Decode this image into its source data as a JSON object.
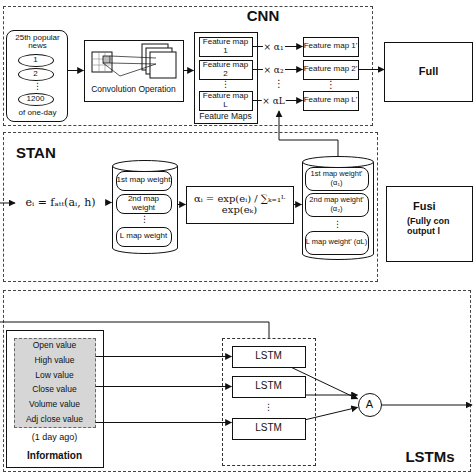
{
  "diagram": {
    "nodes": [
      {
        "text": [
          "CNN"
        ]
      },
      {
        "text": [
          "25th popular news",
          "⋮",
          "of one-day"
        ],
        "in": 0
      },
      {
        "text": [
          "1"
        ],
        "in": 1
      },
      {
        "text": [
          "2"
        ],
        "in": 1
      },
      {
        "text": [
          "1200"
        ],
        "in": 1
      },
      {
        "text": [
          "Convolution Operation"
        ],
        "in": 0
      },
      {
        "text": [
          "⋮",
          "Feature Maps"
        ],
        "in": 0
      },
      {
        "text": [
          "Feature map 1"
        ],
        "in": 6
      },
      {
        "text": [
          "Feature map 2"
        ],
        "in": 6
      },
      {
        "text": [
          "Feature map L"
        ],
        "in": 6
      },
      {
        "text": [
          "Feature map 1'"
        ],
        "in": 0
      },
      {
        "text": [
          "Feature map 2'"
        ],
        "in": 0
      },
      {
        "text": [
          "Feature map L'"
        ],
        "in": 0
      },
      {
        "text": [
          "Full"
        ]
      },
      {
        "text": [
          "STAN"
        ]
      },
      {
        "text": [
          "eᵢ = fₐₜₜ(aᵢ, h)"
        ],
        "in": 14
      },
      {
        "text": [
          "⋮"
        ],
        "in": 14
      },
      {
        "text": [
          "1st map weight"
        ],
        "in": 16
      },
      {
        "text": [
          "2nd map weight"
        ],
        "in": 16
      },
      {
        "text": [
          "L map weight"
        ],
        "in": 16
      },
      {
        "text": [
          "αᵢ = exp(eᵢ) / ∑ₖ₌₁ᴸ exp(eₖ)"
        ],
        "in": 14
      },
      {
        "text": [
          "⋮"
        ],
        "in": 14
      },
      {
        "text": [
          "1st map weight' (α₁)"
        ],
        "in": 21
      },
      {
        "text": [
          "2nd map weight' (α₂)"
        ],
        "in": 21
      },
      {
        "text": [
          "L map weight' (αL)"
        ],
        "in": 21
      },
      {
        "text": [
          "Fusi",
          "(Fully con output l"
        ]
      },
      {
        "text": [
          "LSTMs"
        ]
      },
      {
        "text": [
          "(1 day ago)",
          "Information"
        ],
        "in": 26
      },
      {
        "text": [
          "Open value",
          "High value",
          "Low value",
          "Close value",
          "Volume value",
          "Adj close value"
        ],
        "in": 27
      },
      {
        "text": [
          "⋮"
        ],
        "in": 26
      },
      {
        "text": [
          "LSTM"
        ],
        "in": 29
      },
      {
        "text": [
          "LSTM"
        ],
        "in": 29
      },
      {
        "text": [
          "LSTM"
        ],
        "in": 29
      },
      {
        "text": [
          "A"
        ],
        "in": 26
      }
    ],
    "edges": [
      {
        "from": 1,
        "to": 5,
        "arrow": "to"
      },
      {
        "from": 5,
        "to": 6,
        "arrow": "to"
      },
      {
        "from": 7,
        "to": 10,
        "label": "× α₁",
        "arrow": "to"
      },
      {
        "from": 8,
        "to": 11,
        "label": "× α₂",
        "arrow": "to"
      },
      {
        "from": 9,
        "to": 12,
        "label": "× αL",
        "arrow": "to"
      },
      {
        "from": 11,
        "to": 13,
        "arrow": "to"
      },
      {
        "from": 15,
        "to": 16,
        "arrow": "to"
      },
      {
        "from": 16,
        "to": 20,
        "arrow": "to"
      },
      {
        "from": 20,
        "to": 21,
        "arrow": "to"
      },
      {
        "from": 28,
        "to": 30,
        "arrow": "to"
      },
      {
        "from": 28,
        "to": 31,
        "arrow": "to"
      },
      {
        "from": 28,
        "to": 32,
        "arrow": "to"
      },
      {
        "from": 30,
        "to": 33,
        "arrow": "to"
      },
      {
        "from": 31,
        "to": 33,
        "arrow": "to"
      },
      {
        "from": 32,
        "to": 33,
        "arrow": "to"
      }
    ],
    "labels": [
      "⋮",
      "⋮"
    ]
  }
}
